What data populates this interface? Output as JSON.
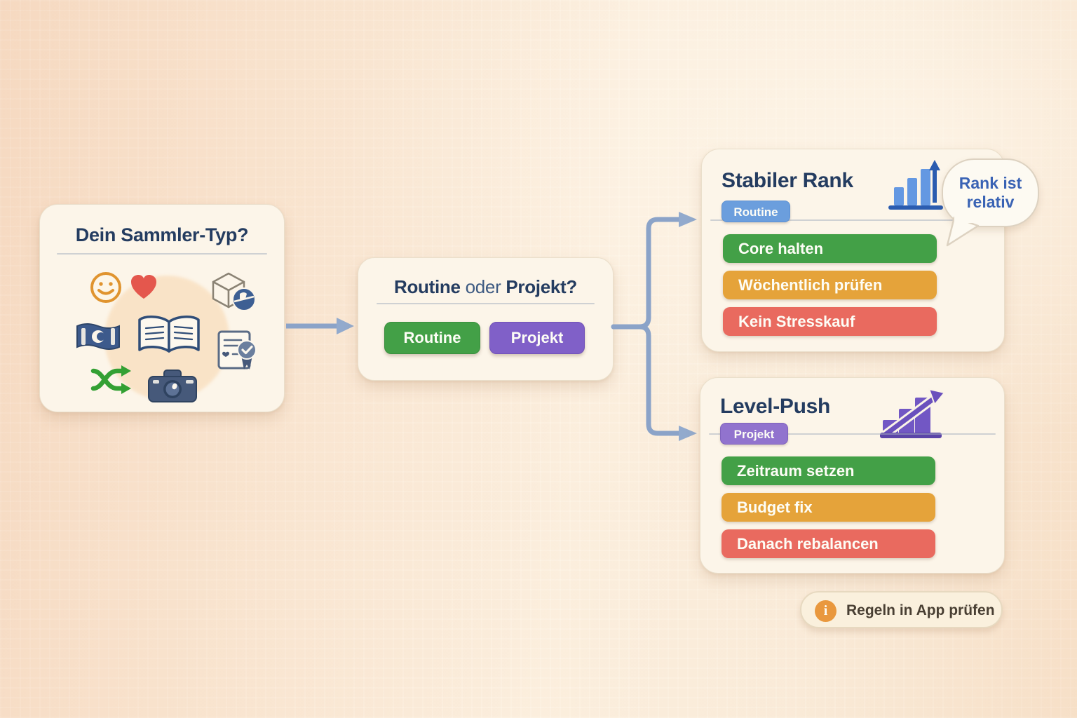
{
  "colors": {
    "background": "#fae6d2",
    "card_bg": "#fcf5e9",
    "title_navy": "#243c60",
    "green": "#43a047",
    "purple": "#8060c8",
    "violet_badge": "#9173ce",
    "blue_badge": "#6b9edd",
    "amber": "#e5a33a",
    "red": "#e96a5f",
    "arrow_blue": "#8ba3c8",
    "callout_blue": "#3a63b4",
    "info_orange": "#e9983e"
  },
  "collector_card": {
    "title": "Dein Sammler-Typ?",
    "icons": [
      "smiley-icon",
      "heart-icon",
      "package-globe-icon",
      "money-icon",
      "open-book-icon",
      "certificate-icon",
      "shuffle-icon",
      "camera-icon"
    ]
  },
  "decision_card": {
    "title_bold1": "Routine",
    "title_mid": " oder ",
    "title_bold2": "Projekt?",
    "buttons": [
      {
        "label": "Routine",
        "color": "#43a047"
      },
      {
        "label": "Projekt",
        "color": "#8060c8"
      }
    ]
  },
  "routine_card": {
    "title": "Stabiler Rank",
    "badge": "Routine",
    "icon": "bar-chart-up-icon",
    "items": [
      {
        "label": "Core halten",
        "color": "#43a047"
      },
      {
        "label": "Wöchentlich prüfen",
        "color": "#e5a33a"
      },
      {
        "label": "Kein Stresskauf",
        "color": "#e96a5f"
      }
    ],
    "callout_line1": "Rank ist",
    "callout_line2": "relativ"
  },
  "project_card": {
    "title": "Level-Push",
    "badge": "Projekt",
    "icon": "stairs-growth-icon",
    "items": [
      {
        "label": "Zeitraum setzen",
        "color": "#43a047"
      },
      {
        "label": "Budget fix",
        "color": "#e5a33a"
      },
      {
        "label": "Danach rebalancen",
        "color": "#e96a5f"
      }
    ]
  },
  "footer_note": {
    "icon": "info-icon",
    "info_glyph": "i",
    "label": "Regeln in App prüfen"
  }
}
